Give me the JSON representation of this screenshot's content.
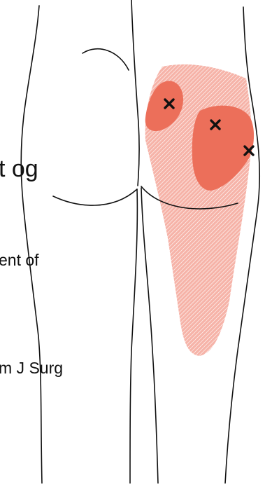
{
  "diagram": {
    "subject": "posterior view of buttocks and thighs",
    "fill_colors": {
      "referred_pain_area": "#f08a78",
      "primary_pain_area": "#ec6f5a",
      "outline": "#111111"
    },
    "trigger_point_marker": "×",
    "trigger_point_count": 3
  },
  "background_text": {
    "fragment_1": "t og",
    "fragment_2": "ent of",
    "fragment_3": "m J Surg"
  }
}
